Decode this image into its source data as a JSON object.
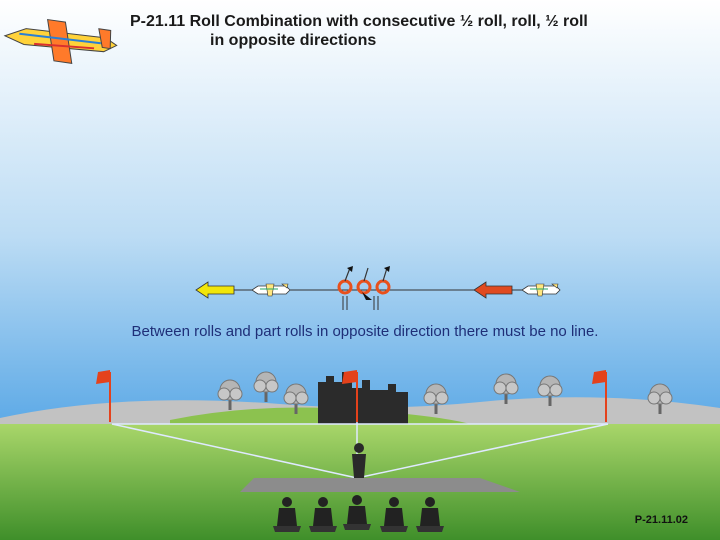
{
  "title": {
    "line1": "P-21.11 Roll Combination with consecutive ½ roll, roll, ½ roll",
    "line2": "in opposite directions"
  },
  "note": "Between rolls and part rolls in opposite direction there must be no line.",
  "figure_code": "P-21.11.02",
  "colors": {
    "sky_top": "#ffffff",
    "sky_bottom": "#5aa8e6",
    "grass": "#7bbf45",
    "entry_arrow": "#e04a20",
    "exit_arrow": "#f2e60a",
    "roll_marker": "#e8501c",
    "flag": "#e4421c"
  },
  "icons": [
    "airplane-logo-icon",
    "airplane-icon",
    "roll-symbol-icon",
    "flag-icon",
    "tree-icon",
    "castle-icon",
    "pilot-icon",
    "spectator-icon"
  ]
}
